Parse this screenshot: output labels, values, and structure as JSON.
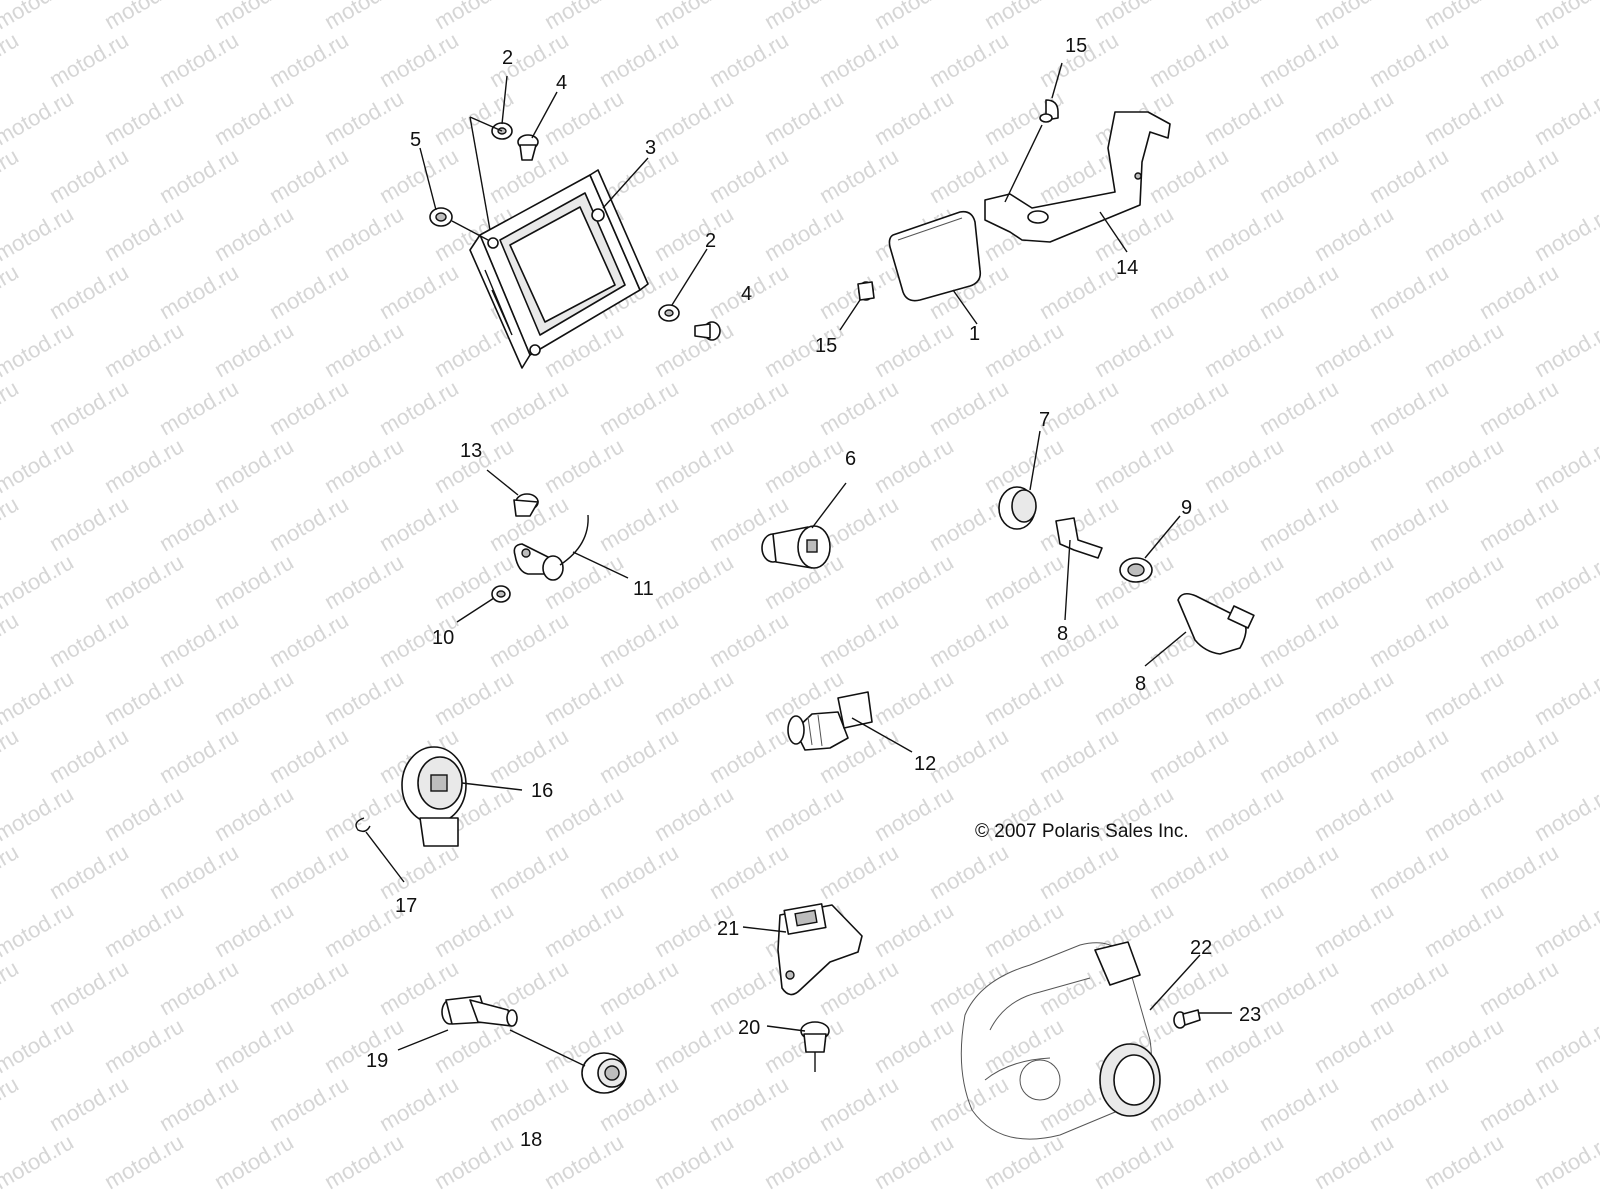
{
  "watermark": {
    "text": "motod.ru"
  },
  "copyright": "© 2007 Polaris Sales Inc.",
  "callouts": [
    {
      "id": "c1",
      "text": "1"
    },
    {
      "id": "c2a",
      "text": "2"
    },
    {
      "id": "c2b",
      "text": "2"
    },
    {
      "id": "c3",
      "text": "3"
    },
    {
      "id": "c4a",
      "text": "4"
    },
    {
      "id": "c4b",
      "text": "4"
    },
    {
      "id": "c5",
      "text": "5"
    },
    {
      "id": "c6",
      "text": "6"
    },
    {
      "id": "c7",
      "text": "7"
    },
    {
      "id": "c8a",
      "text": "8"
    },
    {
      "id": "c8b",
      "text": "8"
    },
    {
      "id": "c9",
      "text": "9"
    },
    {
      "id": "c10",
      "text": "10"
    },
    {
      "id": "c11",
      "text": "11"
    },
    {
      "id": "c12",
      "text": "12"
    },
    {
      "id": "c13",
      "text": "13"
    },
    {
      "id": "c14",
      "text": "14"
    },
    {
      "id": "c15a",
      "text": "15"
    },
    {
      "id": "c15b",
      "text": "15"
    },
    {
      "id": "c16",
      "text": "16"
    },
    {
      "id": "c17",
      "text": "17"
    },
    {
      "id": "c18",
      "text": "18"
    },
    {
      "id": "c19",
      "text": "19"
    },
    {
      "id": "c20",
      "text": "20"
    },
    {
      "id": "c21",
      "text": "21"
    },
    {
      "id": "c22",
      "text": "22"
    },
    {
      "id": "c23",
      "text": "23"
    }
  ]
}
